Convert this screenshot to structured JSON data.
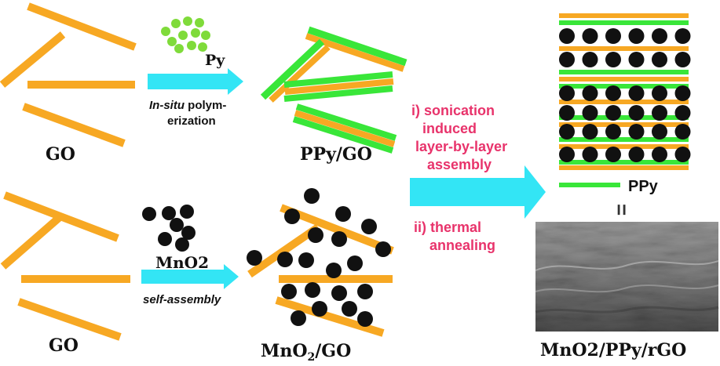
{
  "colors": {
    "go_sheet": "#F7A823",
    "ppy": "#39E639",
    "py_monomer": "#7FDB3A",
    "mno2": "#111111",
    "arrow": "#33E5F5",
    "red_text": "#E8336B",
    "black_text": "#111111",
    "sem_gray": "#8A8A8A"
  },
  "labels": {
    "go_top": "GO",
    "go_bottom": "GO",
    "py": "Py",
    "in_situ_italic": "In-situ",
    "polym_rest": " polym-",
    "erization": "erization",
    "ppy_go": "PPy/GO",
    "mno2_reagent": "MnO2",
    "self_assembly": "self-assembly",
    "mno2_go_main": "MnO",
    "mno2_go_sub": "2",
    "mno2_go_tail": "/GO",
    "step1_line1": "i) sonication",
    "step1_line2": "induced",
    "step1_line3": "layer-by-layer",
    "step1_line4": "assembly",
    "step2_line1": "ii) thermal",
    "step2_line2": "annealing",
    "ppy_legend": "PPy",
    "equals_sign": "=",
    "final_product": "MnO2/PPy/rGO"
  },
  "icons": {
    "py_cluster": "green-dots-cluster",
    "mno2_cluster": "black-dots-cluster",
    "sem_image": "sem-micrograph"
  }
}
